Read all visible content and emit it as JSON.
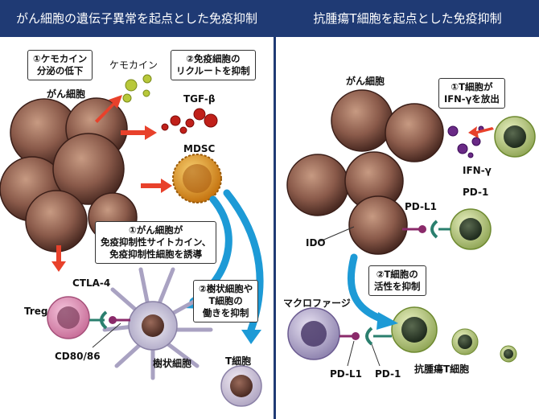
{
  "header": {
    "left_title": "がん細胞の遺伝子異常を起点とした免疫抑制",
    "right_title": "抗腫瘍T細胞を起点とした免疫抑制"
  },
  "left": {
    "box1": [
      "①ケモカイン",
      "分泌の低下"
    ],
    "box2": [
      "②免疫細胞の",
      "リクルートを抑制"
    ],
    "box3": [
      "①がん細胞が",
      "免疫抑制性サイトカイン、",
      "免疫抑制性細胞を誘導"
    ],
    "box4": [
      "②樹状細胞や",
      "T細胞の",
      "働きを抑制"
    ],
    "label_cancer": "がん細胞",
    "label_chemokine": "ケモカイン",
    "label_tgf": "TGF-β",
    "label_mdsc": "MDSC",
    "label_ctla4": "CTLA-4",
    "label_treg": "Treg",
    "label_cd80": "CD80/86",
    "label_dc": "樹状細胞",
    "label_tcell": "T細胞"
  },
  "right": {
    "box1": [
      "①T細胞が",
      "IFN-γを放出"
    ],
    "box2": [
      "②T細胞の",
      "活性を抑制"
    ],
    "label_cancer": "がん細胞",
    "label_ifn": "IFN-γ",
    "label_pdl1_top": "PD-L1",
    "label_pd1_top": "PD-1",
    "label_ido": "IDO",
    "label_macro": "マクロファージ",
    "label_pdl1_bottom": "PD-L1",
    "label_pd1_bottom": "PD-1",
    "label_tcell": "抗腫瘍T細胞"
  },
  "colors": {
    "header": "#1f3a74",
    "arrow_red": "#e8412b",
    "arrow_blue": "#1d9ad6",
    "cancer": "#8a5a4a",
    "chemokine": "#b8c83a",
    "tgf": "#c0201a",
    "mdsc": "#e39a1e",
    "ifn": "#6a2a86",
    "tcell": "#b9c97a",
    "treg": "#d88ab0",
    "dc": "#c9c3d8",
    "macrophage": "#a79ac0"
  }
}
